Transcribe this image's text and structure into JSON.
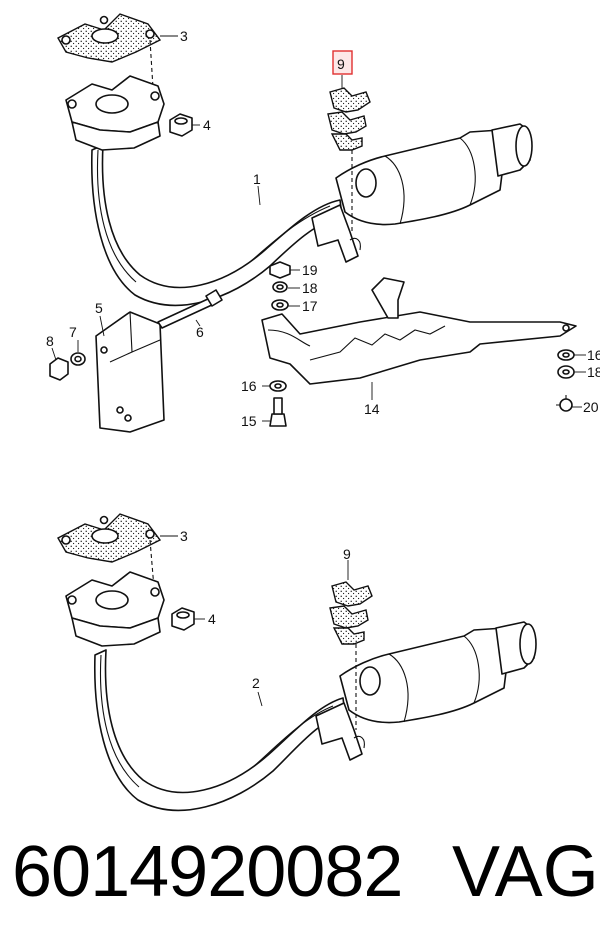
{
  "diagram": {
    "upper": {
      "callouts": {
        "c1": "1",
        "c3": "3",
        "c4": "4",
        "c5": "5",
        "c6": "6",
        "c7": "7",
        "c8": "8",
        "c9": "9",
        "c14": "14",
        "c15": "15",
        "c16a": "16",
        "c16b": "16",
        "c17": "17",
        "c18a": "18",
        "c18b": "18",
        "c19": "19",
        "c20": "20"
      },
      "highlight_color": "#e03030"
    },
    "lower": {
      "callouts": {
        "c2": "2",
        "c3": "3",
        "c4": "4",
        "c9": "9"
      }
    }
  },
  "footer": {
    "part_number": "6014920082",
    "brand": "VAG"
  }
}
